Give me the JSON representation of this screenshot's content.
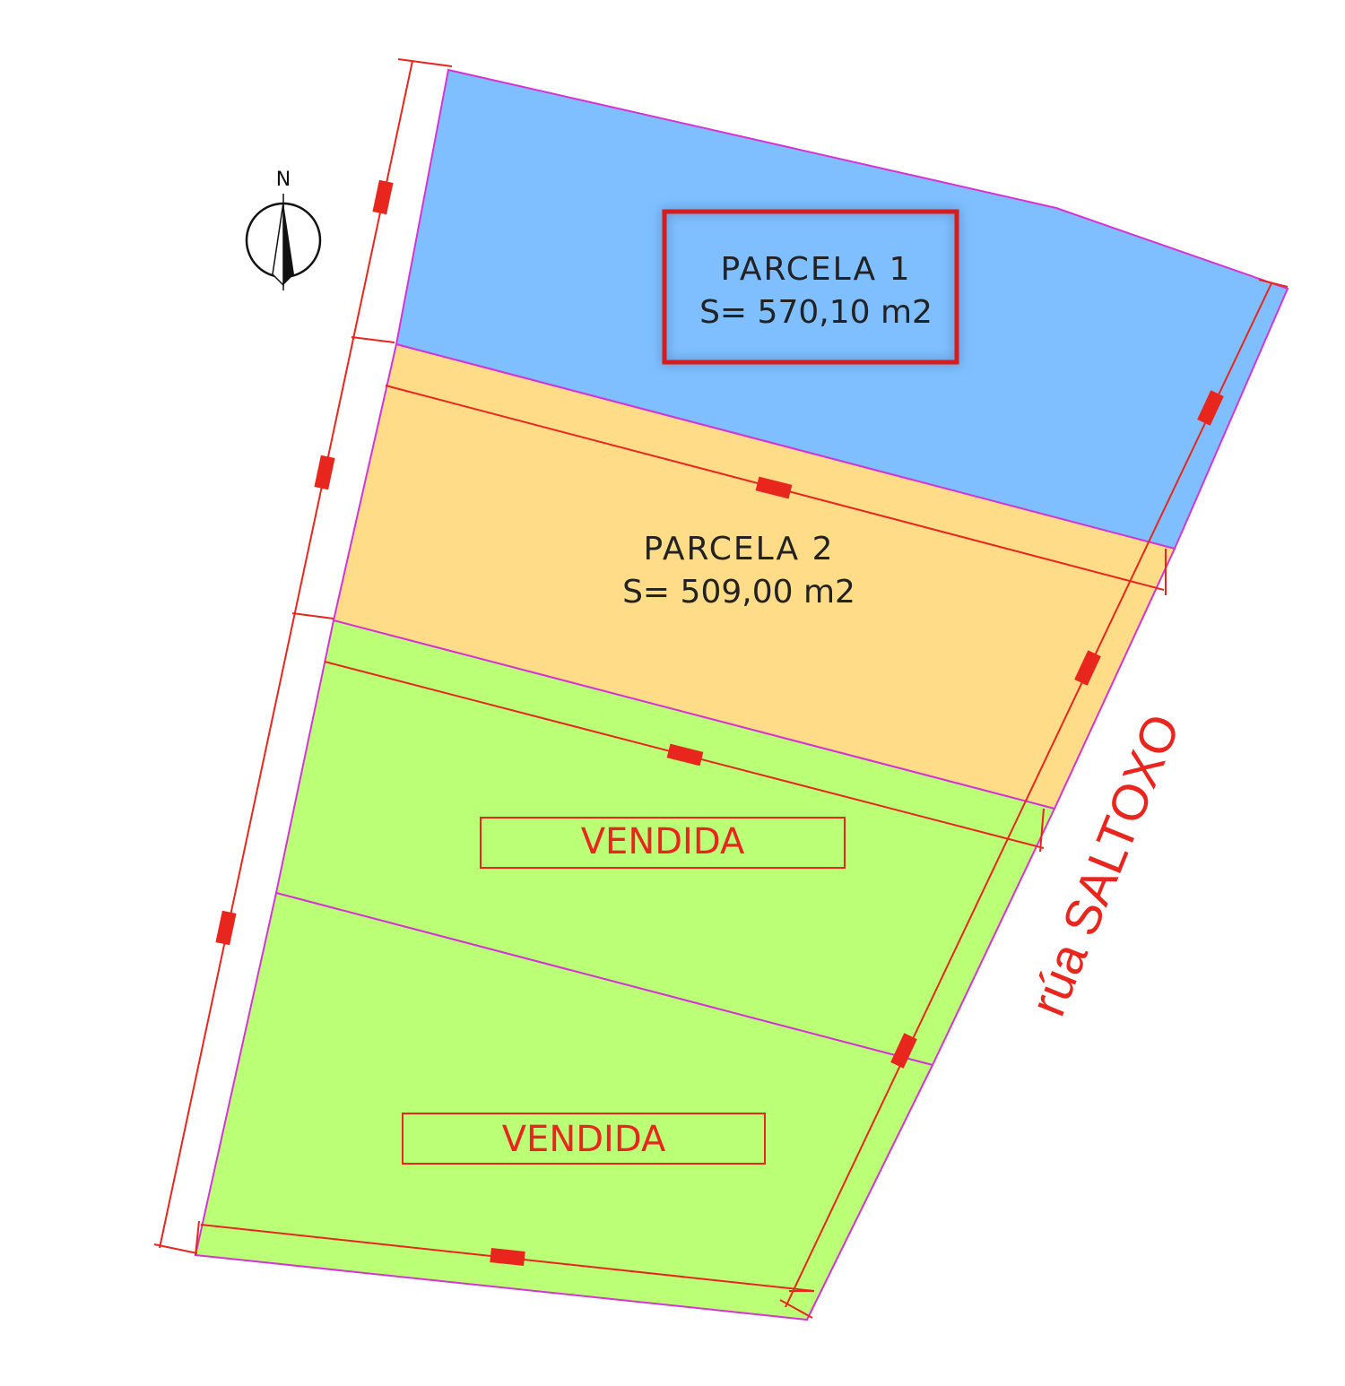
{
  "compass": {
    "label": "N"
  },
  "parcels": {
    "p1": {
      "title": "PARCELA 1",
      "area": "S= 570,10 m2",
      "color": "#80BFFF"
    },
    "p2": {
      "title": "PARCELA 2",
      "area": "S= 509,00 m2",
      "color": "#FFDD88"
    },
    "p3": {
      "status": "VENDIDA",
      "color": "#BBFF77"
    },
    "p4": {
      "status": "VENDIDA",
      "color": "#BBFF77"
    }
  },
  "street": {
    "name": "rúa SALTOXO",
    "color": "#E8261E"
  },
  "colors": {
    "boundary": "#D633D6",
    "dimension": "#E8261E",
    "highlight_box": "#D61F1F"
  }
}
